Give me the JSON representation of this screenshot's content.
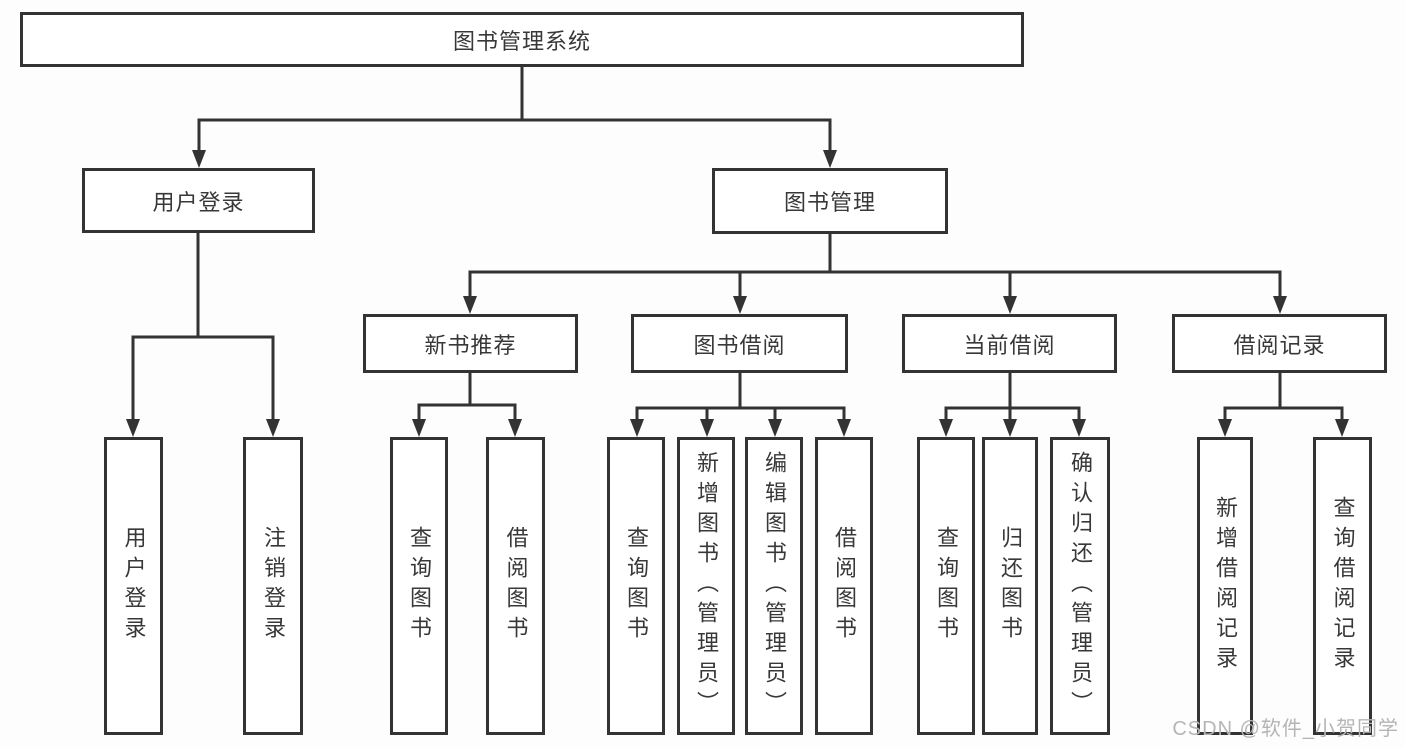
{
  "tree": {
    "label": "图书管理系统",
    "children": [
      {
        "label": "用户登录",
        "children": [
          {
            "label": "用户登录"
          },
          {
            "label": "注销登录"
          }
        ]
      },
      {
        "label": "图书管理",
        "children": [
          {
            "label": "新书推荐",
            "children": [
              {
                "label": "查询图书"
              },
              {
                "label": "借阅图书"
              }
            ]
          },
          {
            "label": "图书借阅",
            "children": [
              {
                "label": "查询图书"
              },
              {
                "label": "新增图书（管理员）"
              },
              {
                "label": "编辑图书（管理员）"
              },
              {
                "label": "借阅图书"
              }
            ]
          },
          {
            "label": "当前借阅",
            "children": [
              {
                "label": "查询图书"
              },
              {
                "label": "归还图书"
              },
              {
                "label": "确认归还（管理员）"
              }
            ]
          },
          {
            "label": "借阅记录",
            "children": [
              {
                "label": "新增借阅记录"
              },
              {
                "label": "查询借阅记录"
              }
            ]
          }
        ]
      }
    ]
  },
  "watermark": {
    "text": "CSDN @软件_小贺同学"
  },
  "colors": {
    "line": "#333333",
    "box_border": "#333333",
    "text": "#383838",
    "watermark": "#b5b5b5",
    "background": "#fdfdfd"
  }
}
